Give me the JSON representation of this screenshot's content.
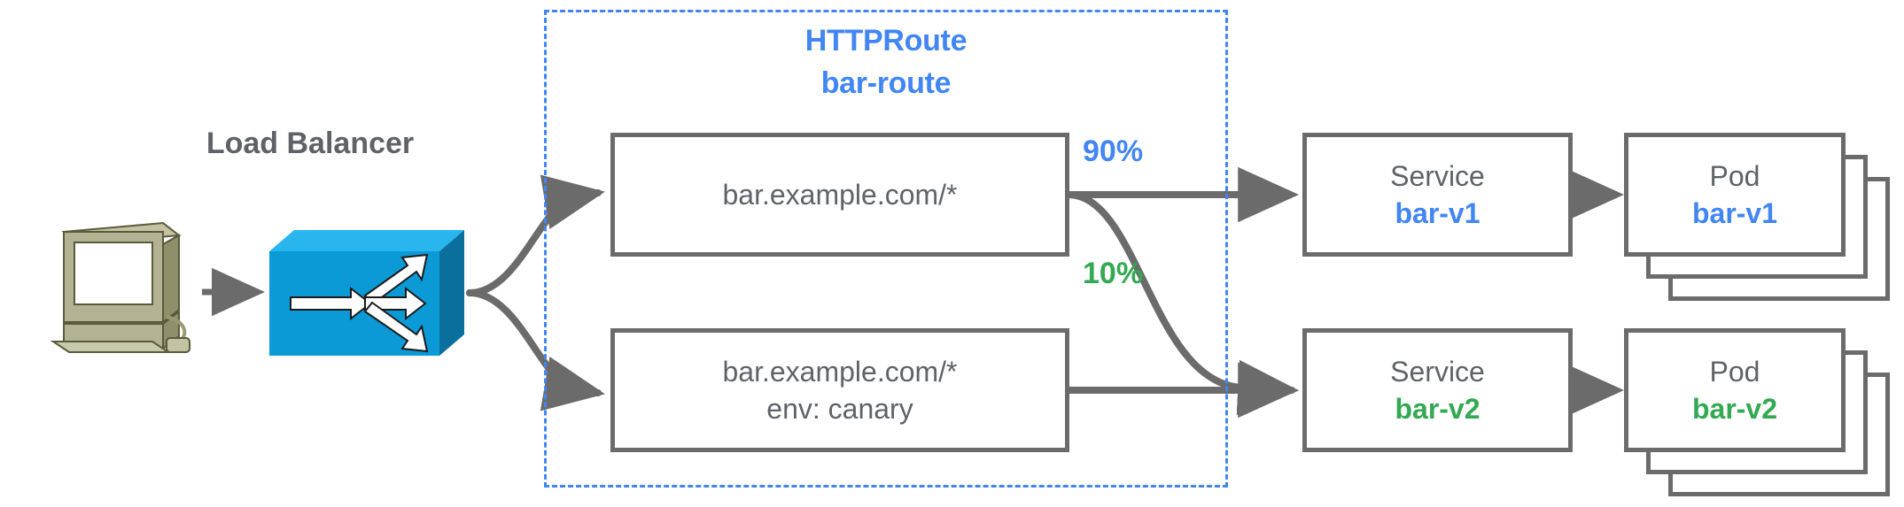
{
  "diagram": {
    "title": "Gateway API HTTPRoute traffic splitting",
    "colors": {
      "blue": "#4285f4",
      "green": "#34a853",
      "gray": "#5f6368",
      "border_gray": "#6b6b6b",
      "lb_blue": "#0b9ad6",
      "host_beige": "#a8a883"
    }
  },
  "client": {
    "icon": "desktop-computer-icon"
  },
  "load_balancer": {
    "label": "Load Balancer",
    "icon": "network-switch-icon"
  },
  "http_route": {
    "kind_label": "HTTPRoute",
    "name_label": "bar-route",
    "rules": [
      {
        "id": "rule-default",
        "lines": [
          "bar.example.com/*"
        ]
      },
      {
        "id": "rule-canary",
        "lines": [
          "bar.example.com/*",
          "env: canary"
        ]
      }
    ]
  },
  "weights": [
    {
      "id": "weight-90",
      "label": "90%",
      "color": "#4285f4",
      "value": 90,
      "target": "bar-v1"
    },
    {
      "id": "weight-10",
      "label": "10%",
      "color": "#34a853",
      "value": 10,
      "target": "bar-v2"
    }
  ],
  "services": [
    {
      "id": "service-bar-v1",
      "kind_label": "Service",
      "name_label": "bar-v1",
      "color": "#4285f4"
    },
    {
      "id": "service-bar-v2",
      "kind_label": "Service",
      "name_label": "bar-v2",
      "color": "#34a853"
    }
  ],
  "pods": [
    {
      "id": "pods-bar-v1",
      "kind_label": "Pod",
      "name_label": "bar-v1",
      "color": "#4285f4",
      "replicas": 3
    },
    {
      "id": "pods-bar-v2",
      "kind_label": "Pod",
      "name_label": "bar-v2",
      "color": "#34a853",
      "replicas": 3
    }
  ]
}
